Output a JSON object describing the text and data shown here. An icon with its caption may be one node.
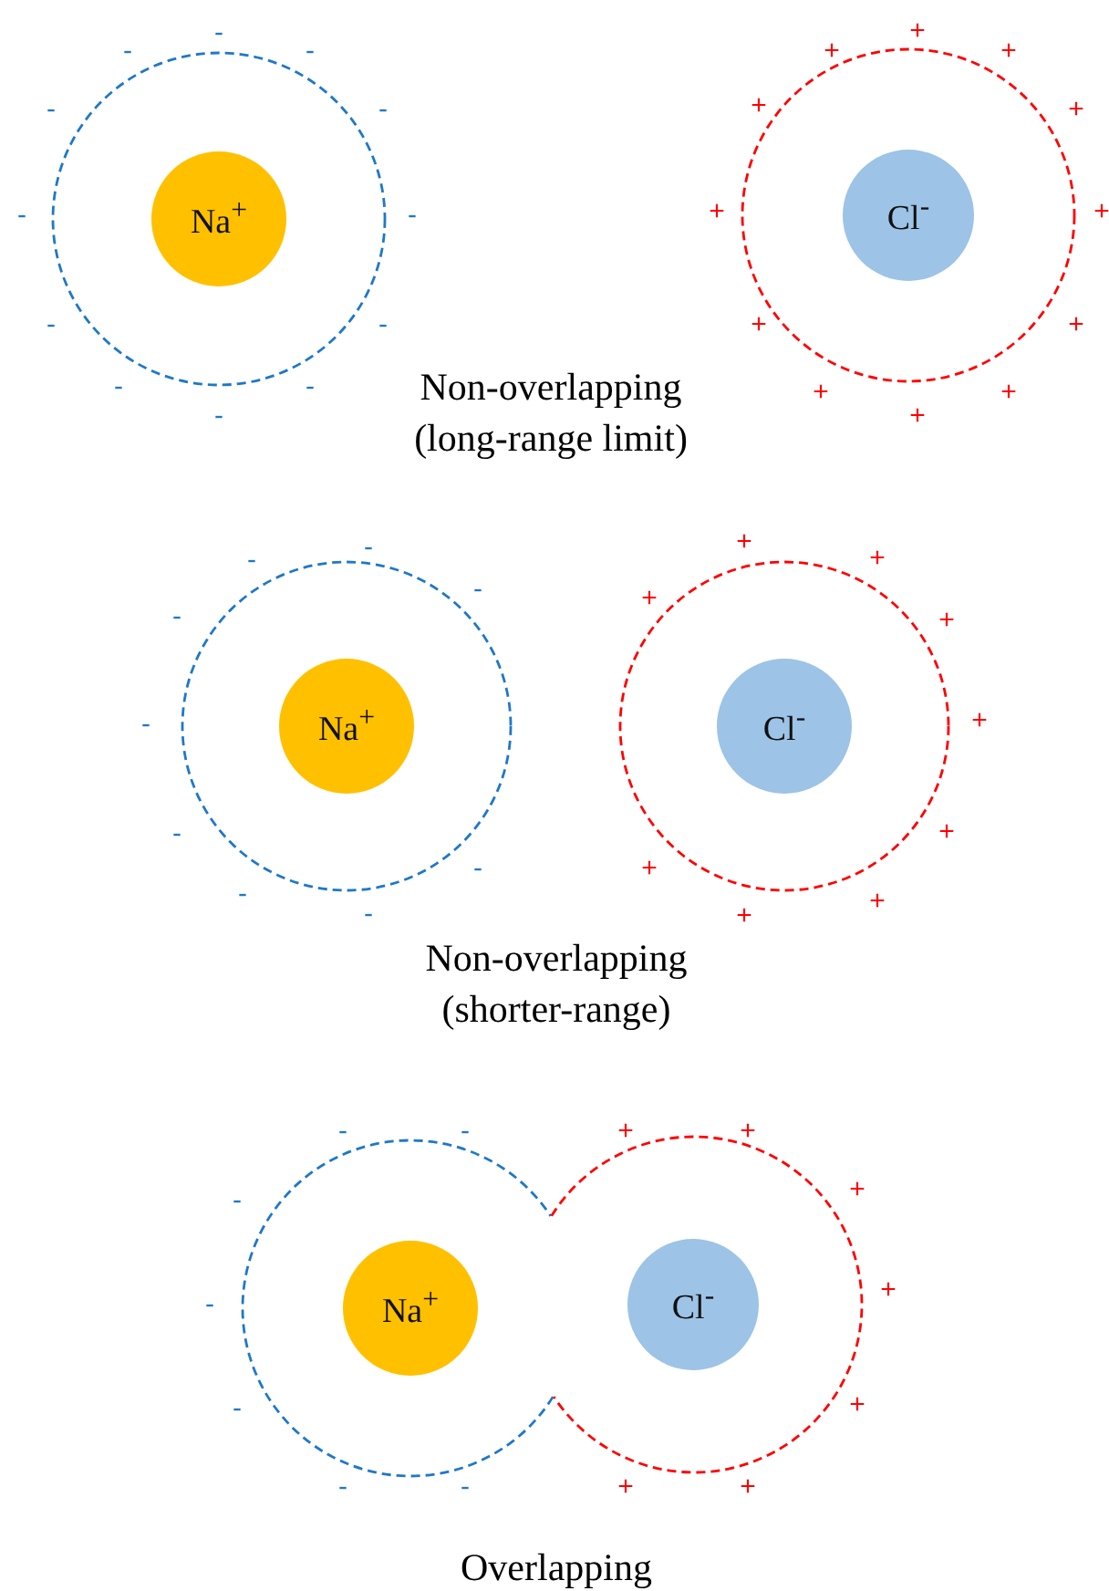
{
  "diagram": {
    "nodes": [
      {
        "text": [],
        "shape": "circle"
      },
      {
        "text": [
          "Na$^{+}$"
        ],
        "in": 0
      },
      {
        "text": [],
        "shape": "circle"
      },
      {
        "text": [
          "Cl$^{-}$"
        ],
        "in": 2
      },
      {
        "text": [],
        "shape": "circle"
      },
      {
        "text": [
          "Na$^{+}$"
        ],
        "in": 4
      },
      {
        "text": [],
        "shape": "circle"
      },
      {
        "text": [
          "Cl$^{-}$"
        ],
        "in": 6
      },
      {
        "text": [],
        "shape": "circle"
      },
      {
        "text": [
          "Na$^{+}$"
        ],
        "in": 8
      },
      {
        "text": [],
        "shape": "circle"
      },
      {
        "text": [
          "Cl$^{-}$"
        ],
        "in": 10
      }
    ],
    "edges": [],
    "labels": [
      "-",
      "-",
      "-",
      "-",
      "-",
      "-",
      "-",
      "-",
      "-",
      "-",
      "-",
      "-",
      "+",
      "+",
      "+",
      "+",
      "+",
      "+",
      "+",
      "+",
      "+",
      "+",
      "+",
      "+",
      "Non-overlapping (long-range limit)",
      "-",
      "-",
      "-",
      "-",
      "-",
      "-",
      "-",
      "-",
      "-",
      "+",
      "+",
      "+",
      "+",
      "+",
      "+",
      "+",
      "+",
      "+",
      "Non-overlapping (shorter-range)",
      "-",
      "-",
      "-",
      "-",
      "-",
      "-",
      "-",
      "+",
      "+",
      "+",
      "+",
      "+",
      "+",
      "+",
      "Overlapping"
    ]
  }
}
